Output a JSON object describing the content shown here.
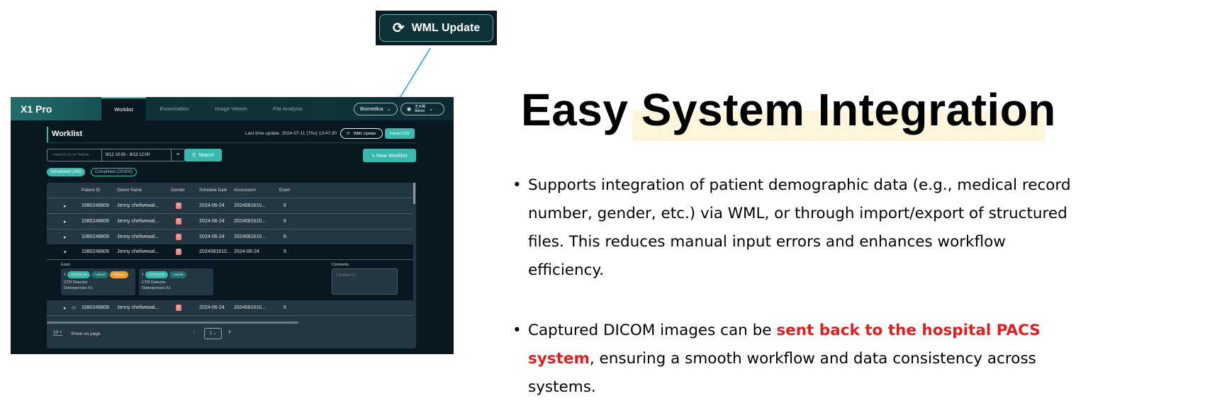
{
  "callout": {
    "label": "WML  Update"
  },
  "app": {
    "logo": "X1 Pro",
    "tabs": [
      "Worklist",
      "Examination",
      "Image Viewer",
      "File Analysis"
    ],
    "org": "Biomedica",
    "user": {
      "name": "王大明",
      "role": "Admin"
    },
    "title": "Worklist",
    "last_update_label": "Last time update",
    "last_update": "2024-07-11 (Thu) 13:47:30",
    "wml_button": "WML  Update",
    "import_button": "Import CSV",
    "search_placeholder": "Search ID or Name",
    "date_range": "9/12 10:00 - 9/13 12:00",
    "search_button": "Search",
    "new_button": "+ New Worklist",
    "filters": [
      "Scheduled (280)",
      "Completed (20/300)"
    ],
    "columns": [
      "Patient ID",
      "Owner Name",
      "Gender",
      "Schedule Date",
      "Accession#",
      "Exam"
    ],
    "rows": [
      {
        "id": "1080248809",
        "name": "Jenny chefwewal...",
        "gender": "F",
        "c4": "2024-06-24",
        "c5": "2024081610...",
        "exam": "6"
      },
      {
        "id": "1080248809",
        "name": "Jenny chefwewal...",
        "gender": "F",
        "c4": "2024-06-24",
        "c5": "2024081610...",
        "exam": "6"
      },
      {
        "id": "1080248809",
        "name": "Jenny chefwewal...",
        "gender": "F",
        "c4": "2024-06-24",
        "c5": "2024081610...",
        "exam": "6"
      },
      {
        "id": "1080248809",
        "name": "Jenny chefwewal...",
        "gender": "F",
        "c4": "2024081610...",
        "c5": "2024-06-24",
        "exam": "6"
      },
      {
        "id": "1080248809",
        "name": "Jenny chefwewal...",
        "gender": "F",
        "c4": "2024-06-24",
        "c5": "2024081610...",
        "exam": "6"
      }
    ],
    "detail": {
      "exam_label": "Exam",
      "comments_label": "Comments",
      "comments_placeholder": "Comments",
      "cards": [
        {
          "num": "1",
          "tags": [
            "STRENUM",
            "Lateral",
            "Oblique"
          ],
          "line1": "CTR Detector",
          "line2": "Osteoporosis X1"
        },
        {
          "num": "1",
          "tags": [
            "STRENUM",
            "Lateral"
          ],
          "line1": "CTR Detector",
          "line2": "Osteoporosis X1"
        }
      ]
    },
    "page_size": "10",
    "show_on_page": "Show on page",
    "page": "1"
  },
  "side": {
    "heading": "Easy System Integration",
    "bullet1": "Supports integration of patient demographic data (e.g., medical record number, gender, etc.) via WML, or through import/export of structured files. This reduces manual input errors and enhances workflow efficiency.",
    "bullet2_pre": "Captured DICOM images can be ",
    "bullet2_em": "sent back to the hospital PACS system",
    "bullet2_post": ", ensuring a smooth workflow and data consistency across systems."
  },
  "colors": {
    "accent": "#3ab8ad",
    "emphasis": "#e01e1e",
    "highlight": "#fdf6dc"
  }
}
